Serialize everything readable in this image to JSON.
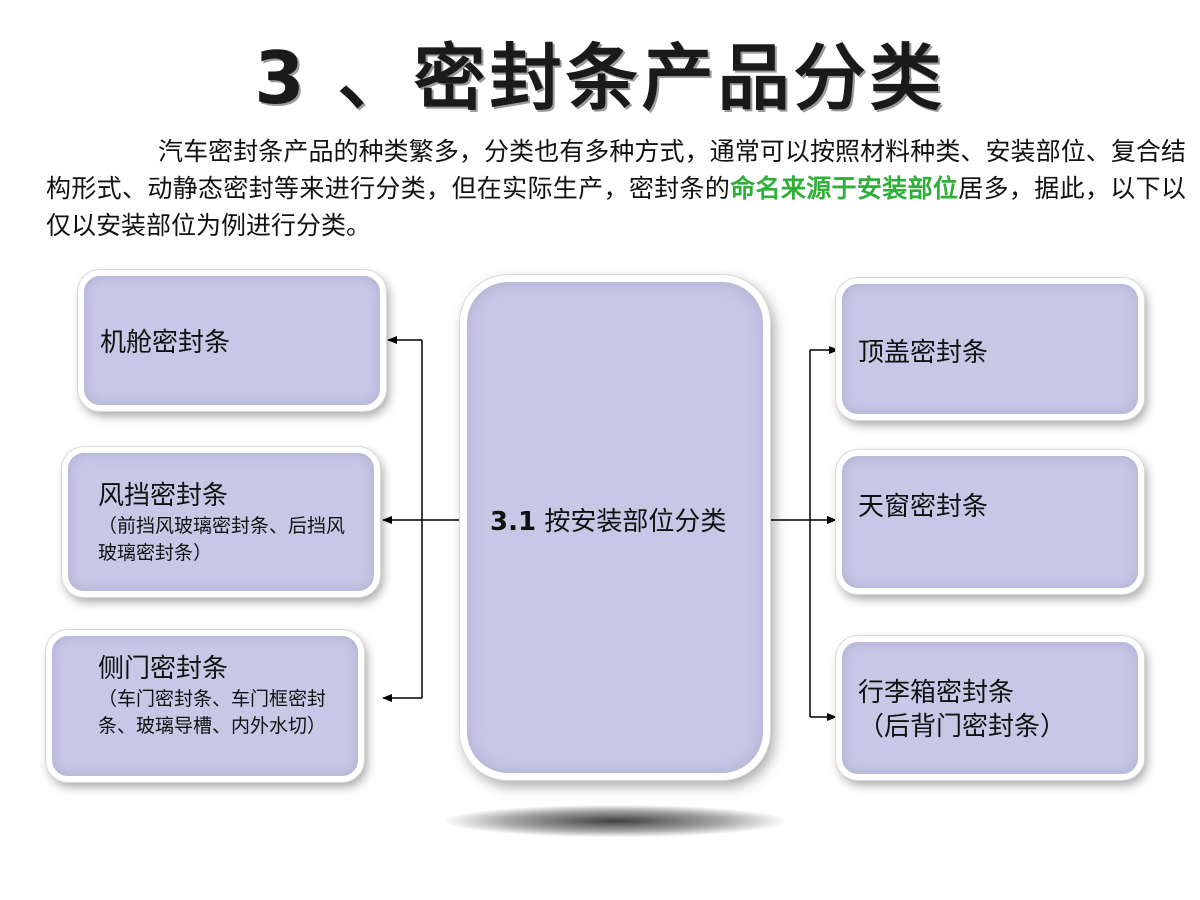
{
  "title": "3 、密封条产品分类",
  "intro": {
    "before": "汽车密封条产品的种类繁多，分类也有多种方式，通常可以按照材料种类、安装部位、复合结构形式、动静态密封等来进行分类，但在实际生产，密封条的",
    "highlight": "命名来源于安装部位",
    "after": "居多，据此，以下以仅以安装部位为例进行分类。"
  },
  "center": {
    "number": "3.1",
    "label": "按安装部位分类"
  },
  "left_boxes": [
    {
      "main": "机舱密封条",
      "sub": ""
    },
    {
      "main": "风挡密封条",
      "sub": "（前挡风玻璃密封条、后挡风玻璃密封条）"
    },
    {
      "main": "侧门密封条",
      "sub": "（车门密封条、车门框密封条、玻璃导槽、内外水切）"
    }
  ],
  "right_boxes": [
    {
      "main": "顶盖密封条",
      "sub": ""
    },
    {
      "main": "天窗密封条",
      "sub": ""
    },
    {
      "main": "行李箱密封条",
      "sub": "（后背门密封条）"
    }
  ],
  "colors": {
    "box_fill": "#c8c8e6",
    "highlight": "#2fae3a"
  }
}
